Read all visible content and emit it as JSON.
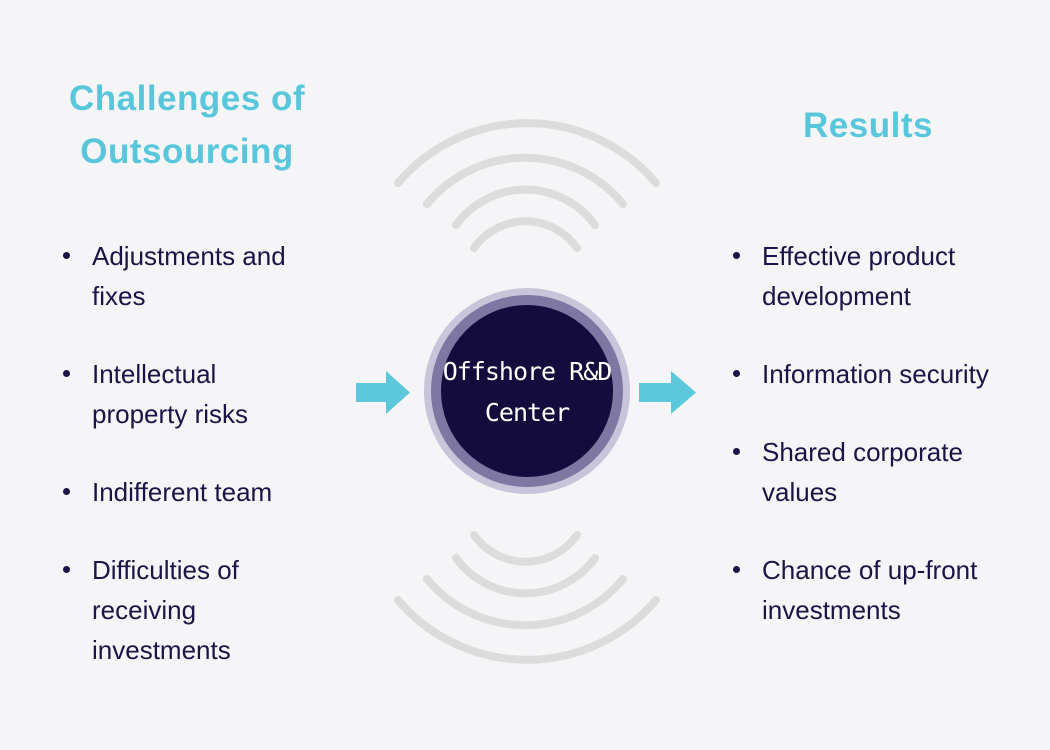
{
  "colors": {
    "background": "#f5f4f6",
    "accent_teal": "#58c7db",
    "text_navy": "#1c1347",
    "circle_fill": "#150c3e",
    "circle_ring_inner": "#7e77a2",
    "circle_ring_outer": "#c9c4d9",
    "signal_arc_gray": "#dcdcdc"
  },
  "left_section": {
    "title": "Challenges of Outsourcing",
    "items": [
      "Adjustments and fixes",
      "Intellectual property risks",
      "Indifferent team",
      "Difficulties of receiving investments"
    ]
  },
  "right_section": {
    "title": "Results",
    "items": [
      "Effective product development",
      "Information security",
      "Shared corporate values",
      "Chance of up-front investments"
    ]
  },
  "center": {
    "label": "Offshore R&D Center"
  },
  "icons": {
    "left_arrow": "right-arrow",
    "right_arrow": "right-arrow",
    "top_decoration": "signal-arcs",
    "bottom_decoration": "signal-arcs"
  }
}
